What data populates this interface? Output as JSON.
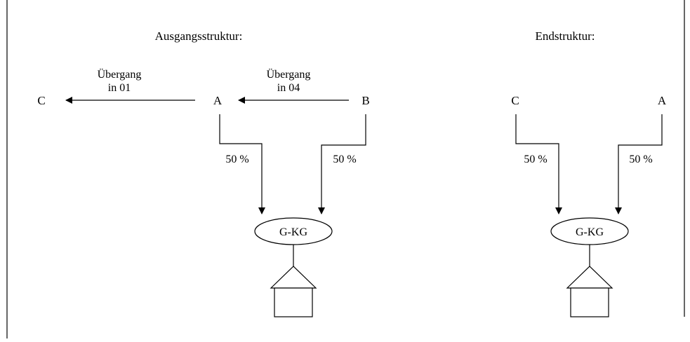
{
  "diagram": {
    "left": {
      "title": "Ausgangsstruktur:",
      "node_c": "C",
      "node_a": "A",
      "node_b": "B",
      "transition_c": {
        "line1": "Übergang",
        "line2": "in 01"
      },
      "transition_a": {
        "line1": "Übergang",
        "line2": "in 04"
      },
      "share_a": "50 %",
      "share_b": "50 %",
      "entity": "G-KG"
    },
    "right": {
      "title": "Endstruktur:",
      "node_c": "C",
      "node_a": "A",
      "share_c": "50 %",
      "share_a": "50 %",
      "entity": "G-KG"
    }
  }
}
